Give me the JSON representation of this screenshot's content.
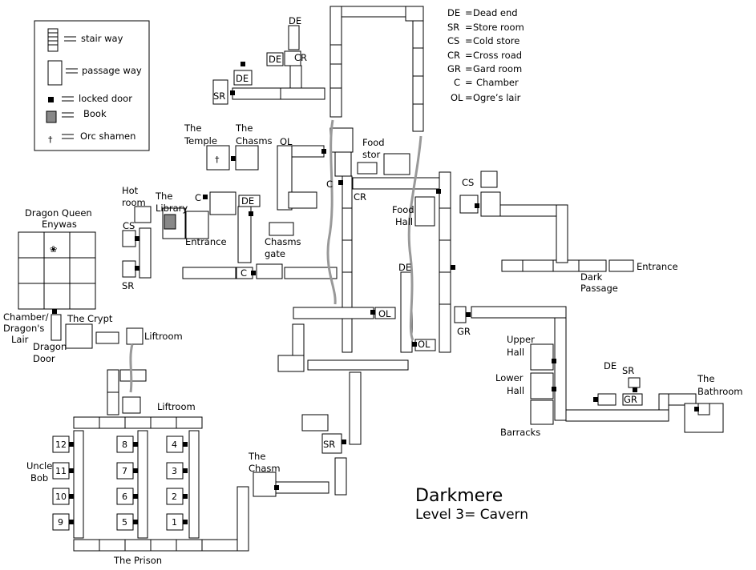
{
  "legend": {
    "stair": "stair way",
    "passage": "passage way",
    "locked": "locked door",
    "book": "Book",
    "orc": "Orc shamen",
    "codes": [
      {
        "code": "DE",
        "meaning": "Dead end"
      },
      {
        "code": "SR",
        "meaning": "Store room"
      },
      {
        "code": "CS",
        "meaning": "Cold store"
      },
      {
        "code": "CR",
        "meaning": "Cross road"
      },
      {
        "code": "GR",
        "meaning": "Gard room"
      },
      {
        "code": "C",
        "meaning": "Chamber"
      },
      {
        "code": "OL",
        "meaning": "Ogre’s lair"
      }
    ]
  },
  "title": {
    "name": "Darkmere",
    "level": "Level 3= Cavern"
  },
  "labels": {
    "de": "DE",
    "sr": "SR",
    "cs": "CS",
    "cr": "CR",
    "gr": "GR",
    "c": "C",
    "ol": "OL",
    "the": "The",
    "temple": "Temple",
    "chasms": "Chasms",
    "food": "Food",
    "stor": "stor",
    "hot": "Hot",
    "room": "room",
    "library": "Library",
    "entrance": "Entrance",
    "chasms_gate_1": "Chasms",
    "chasms_gate_2": "gate",
    "food_hall_1": "Food",
    "food_hall_2": "Hall",
    "dark_1": "Dark",
    "dark_2": "Passage",
    "dq_1": "Dragon Queen",
    "dq_2": "Enywas",
    "chamber_1": "Chamber/",
    "chamber_2": "Dragon's",
    "chamber_3": "Lair",
    "the_crypt": "The Crypt",
    "liftroom": "Liftroom",
    "dragon": "Dragon",
    "door": "Door",
    "upper": "Upper",
    "lower": "Lower",
    "hall": "Hall",
    "barracks": "Barracks",
    "bathroom": "Bathroom",
    "chasm": "Chasm",
    "uncle": "Uncle",
    "bob": "Bob",
    "the_prison": "The Prison",
    "cells": [
      "12",
      "11",
      "10",
      "9",
      "8",
      "7",
      "6",
      "5",
      "4",
      "3",
      "2",
      "1"
    ]
  }
}
